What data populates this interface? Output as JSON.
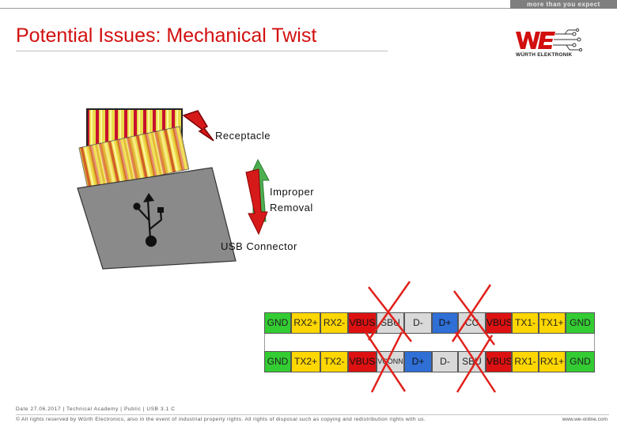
{
  "header": {
    "tagline": "more than you expect",
    "title": "Potential Issues: Mechanical Twist",
    "logo_text": "WÜRTH ELEKTRONIK"
  },
  "labels": {
    "receptacle": "Receptacle",
    "improper_line1": "Improper",
    "improper_line2": "Removal",
    "usb_connector": "USB Connector"
  },
  "pinout": {
    "top_row": [
      {
        "label": "GND",
        "color": "#33cc33"
      },
      {
        "label": "RX2+",
        "color": "#ffd700"
      },
      {
        "label": "RX2-",
        "color": "#ffd700"
      },
      {
        "label": "VBUS",
        "color": "#dd1111"
      },
      {
        "label": "SBU",
        "color": "#d9d9d9"
      },
      {
        "label": "D-",
        "color": "#d9d9d9"
      },
      {
        "label": "D+",
        "color": "#2f6fd6"
      },
      {
        "label": "CC",
        "color": "#d9d9d9"
      },
      {
        "label": "VBUS",
        "color": "#dd1111"
      },
      {
        "label": "TX1-",
        "color": "#ffd700"
      },
      {
        "label": "TX1+",
        "color": "#ffd700"
      },
      {
        "label": "GND",
        "color": "#33cc33"
      }
    ],
    "bottom_row": [
      {
        "label": "GND",
        "color": "#33cc33"
      },
      {
        "label": "TX2+",
        "color": "#ffd700"
      },
      {
        "label": "TX2-",
        "color": "#ffd700"
      },
      {
        "label": "VBUS",
        "color": "#dd1111"
      },
      {
        "label": "VCONN",
        "color": "#d9d9d9"
      },
      {
        "label": "D+",
        "color": "#2f6fd6"
      },
      {
        "label": "D-",
        "color": "#d9d9d9"
      },
      {
        "label": "SBU",
        "color": "#d9d9d9"
      },
      {
        "label": "VBUS",
        "color": "#dd1111"
      },
      {
        "label": "RX1-",
        "color": "#ffd700"
      },
      {
        "label": "RX1+",
        "color": "#ffd700"
      },
      {
        "label": "GND",
        "color": "#33cc33"
      }
    ]
  },
  "footer": {
    "meta": "Date 27.06.2017  |  Technical Academy  |  Public  |  USB 3.1 C",
    "rights": "© All rights reserved by Würth Electronics, also in the event of industrial property rights. All rights of disposal such as copying and redistribution rights with us.",
    "website": "www.we-online.com"
  },
  "colors": {
    "title_red": "#d20f0f",
    "arrow_red": "#d61a1a",
    "arrow_green": "#4caf50",
    "cross_red": "#e0201a"
  }
}
